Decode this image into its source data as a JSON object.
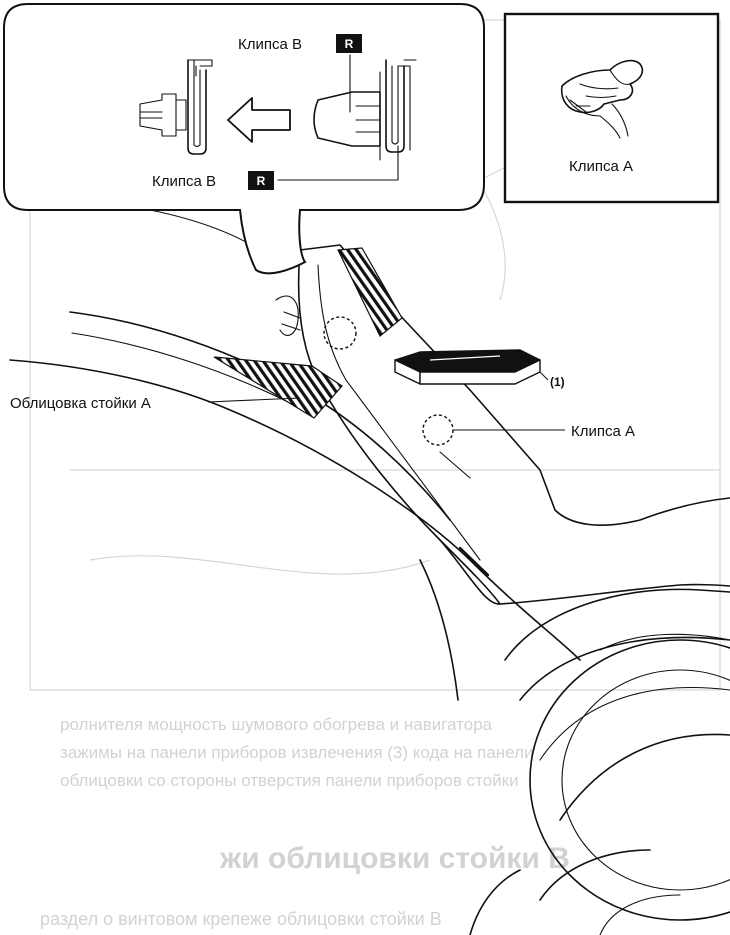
{
  "labels": {
    "clip_b_top": "Клипса B",
    "clip_b_bottom": "Клипса B",
    "clip_a_inset": "Клипса А",
    "pillar_trim": "Облицовка стойки А",
    "callout_1": "(1)",
    "clip_a": "Клипса А"
  },
  "badges": {
    "replace_top": "R",
    "replace_bottom": "R"
  }
}
